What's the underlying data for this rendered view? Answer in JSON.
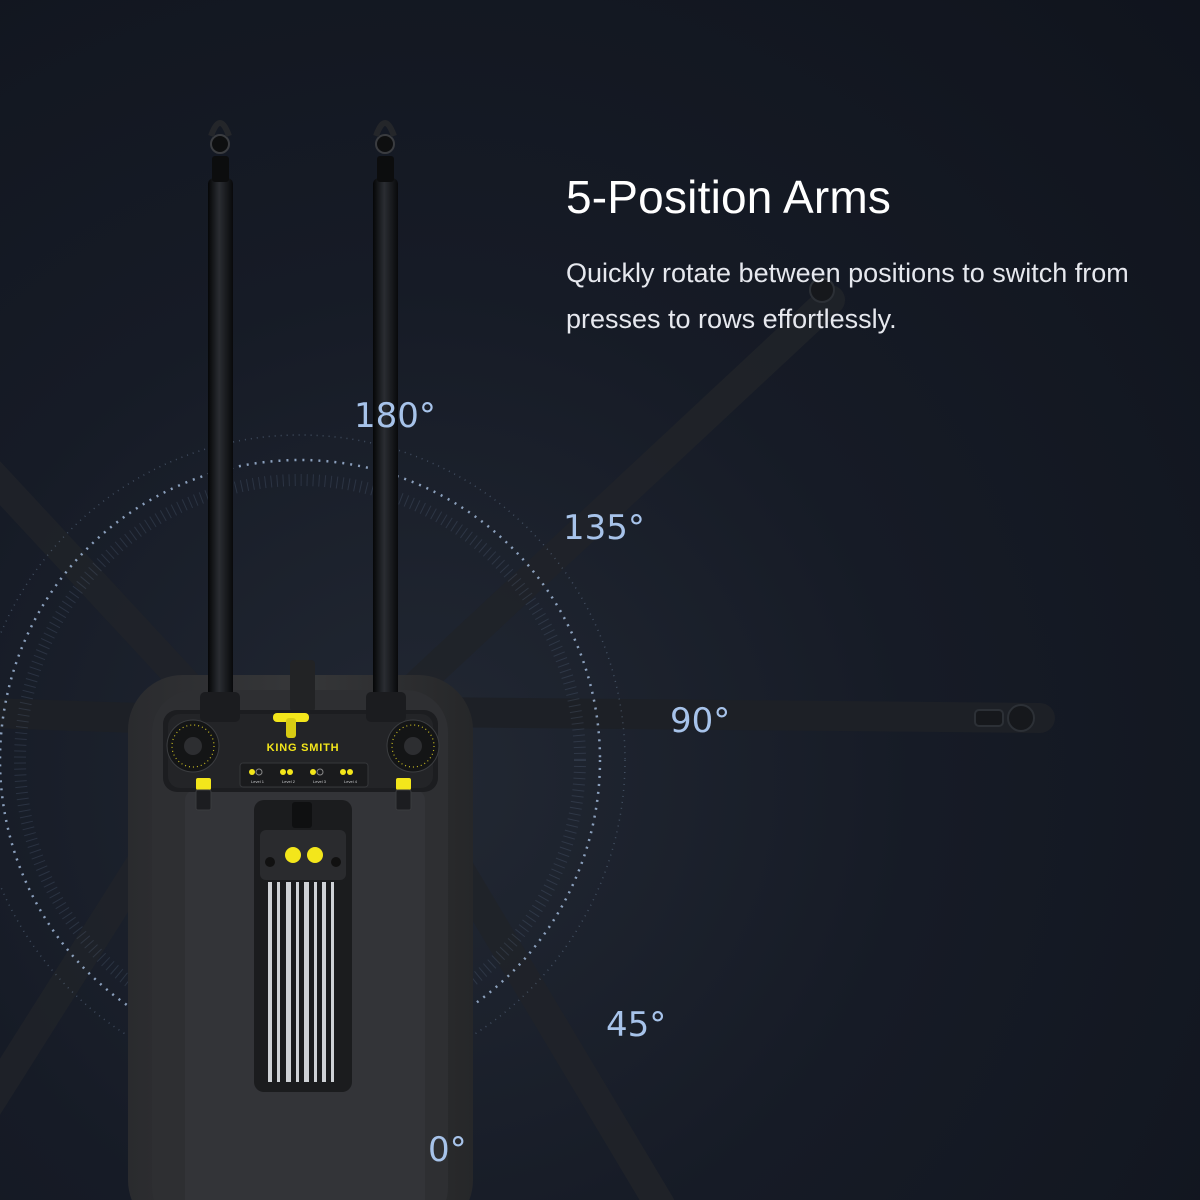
{
  "headline": "5-Position Arms",
  "description": "Quickly rotate between positions to switch from presses to rows effortlessly.",
  "brand": "KING SMITH",
  "level_labels": [
    "Level 1",
    "Level 2",
    "Level 3",
    "Level 4"
  ],
  "angles": {
    "a180": "180°",
    "a135": "135°",
    "a90": "90°",
    "a45": "45°",
    "a0": "0°"
  },
  "colors": {
    "background": "#121722",
    "accent": "#f3e61b",
    "dial_ring": "#9fb6d6",
    "angle_text": "#a7c3ea"
  }
}
